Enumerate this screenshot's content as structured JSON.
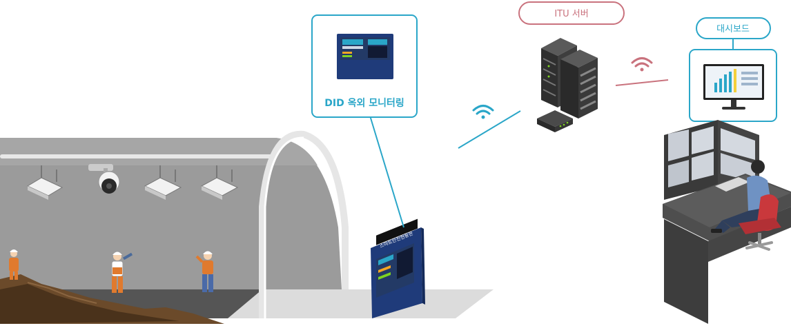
{
  "labels": {
    "did_monitoring": "DID 옥외 모니터링",
    "itu_server": "ITU 서버",
    "dashboard": "대시보드",
    "did_board_header": "스마트안전현황판"
  },
  "colors": {
    "teal": "#2aa6c8",
    "rose": "#c9727d",
    "navy": "#1f3b7a",
    "tunnel_gray": "#9a9a9a",
    "ground_dark": "#4a4a4a",
    "earth": "#6b4a2a"
  }
}
